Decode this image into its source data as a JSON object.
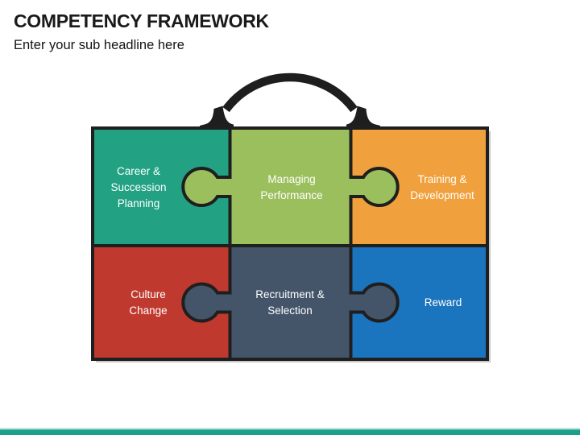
{
  "slide": {
    "title": "COMPETENCY FRAMEWORK",
    "subtitle": "Enter your sub headline here"
  },
  "diagram": {
    "description": "Briefcase made of six interlocking puzzle pieces with a handle on top",
    "pieces": [
      {
        "label": "Career &\nSuccession\nPlanning",
        "color": "#22a183"
      },
      {
        "label": "Managing\nPerformance",
        "color": "#9bbf5d"
      },
      {
        "label": "Training &\nDevelopment",
        "color": "#f0a03c"
      },
      {
        "label": "Culture\nChange",
        "color": "#c0392e"
      },
      {
        "label": "Recruitment &\nSelection",
        "color": "#44556a"
      },
      {
        "label": "Reward",
        "color": "#1b74be"
      }
    ],
    "outline_color": "#1f1f1f",
    "handle_color": "#1e1e1e",
    "shadow_color": "#c9c9c9"
  },
  "footer": {
    "bar_color": "#1ca189",
    "bar_highlight_color": "#a9dbd1"
  }
}
